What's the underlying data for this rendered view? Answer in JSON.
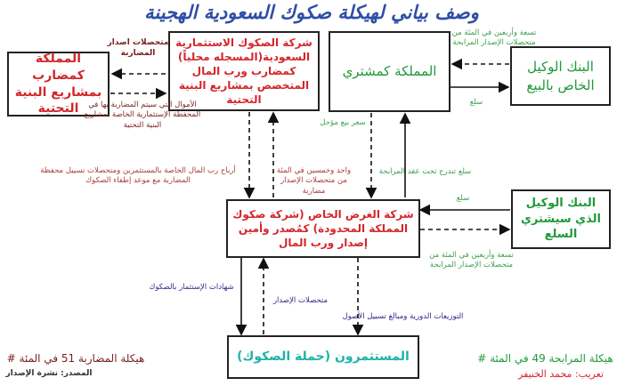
{
  "title": "وصف بياني لهيكلة صكوك السعودية الهجينة",
  "boxes": {
    "kingdom_mudarib": "المملكة كمضارب بمشاريع البنية التحتية",
    "sukuk_company": "شركة الصكوك الاستثمارية السعودية(المسجله محلياً) كمضارب ورب المال المتخصص بمشاريع البنية التحتية",
    "kingdom_buyer": "المملكة كمشتري",
    "agent_bank_seller": "البنك الوكيل الخاص بالبيع",
    "spv": "شركة الغرض الخاص (شركة صكوك المملكة المحدودة) كمُصدر وأمين إصدار ورب المال",
    "agent_bank_buyer": "البنك الوكيل الذي سيشتري السلع",
    "investors": "المستثمرون (حملة الصكوك)"
  },
  "labels": {
    "mudaraba_proceeds": "متحصلات اصدار المضاربة",
    "funds_invested": "الأموال التي سيتم المضاربة بها في المحفظة الإستثمارية الخاصة بمشاريع البنية التحتية",
    "murabaha_49_top": "تسعة وأربعين في المئة من متحصلات الإصدار المرابحة",
    "commodities_top": "سلع",
    "deferred_price": "سعر بيع مؤجل",
    "profits_capital": "أرباح رب المال الخاصة بالمستثمرين ومتحصلات تسييل محفظة المضاربة مع موعد إطفاء الصكوك",
    "mudaraba_51": "واحد وخمسين في المئة من متحصلات الإصدار مضاربة",
    "commodities_murabaha": "سلع تندرج تحت عقد المرابحة",
    "commodities_mid": "سلع",
    "murabaha_49_mid": "تسعة وأربعين في المئة من متحصلات الإصدار المرابحة",
    "investment_certificates": "شهادات الإستثمار بالصكوك",
    "issuance_proceeds": "متحصلات الإصدار",
    "distributions": "التوزيعات الدورية ومبالغ تسييل الأصول"
  },
  "footer": {
    "mudaraba_structure": "هيكلة المضاربة 51 في المئة #",
    "source": "المصدر: نشرة الإصدار",
    "murabaha_structure": "هيكلة المرابحة 49 في المئة #",
    "translation": "تعريب: محمد الخنيفر"
  },
  "colors": {
    "title": "#2e4ea6",
    "red": "#d4262b",
    "green": "#1f9a3a",
    "teal": "#1fb3a8"
  }
}
